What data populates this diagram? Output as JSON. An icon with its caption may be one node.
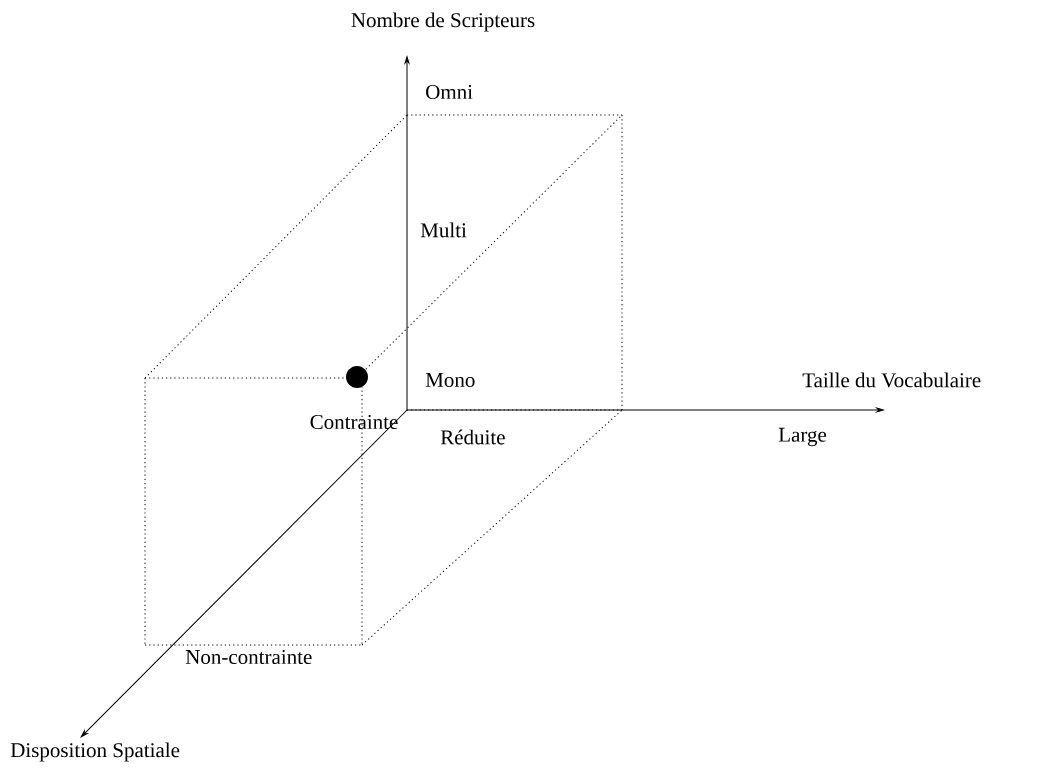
{
  "diagram": {
    "labels": [
      "Nombre de Scripteurs",
      "Omni",
      "Multi",
      "Mono",
      "Taille du Vocabulaire",
      "Contrainte",
      "Réduite",
      "Large",
      "Non-contrainte",
      "Disposition Spatiale"
    ]
  }
}
